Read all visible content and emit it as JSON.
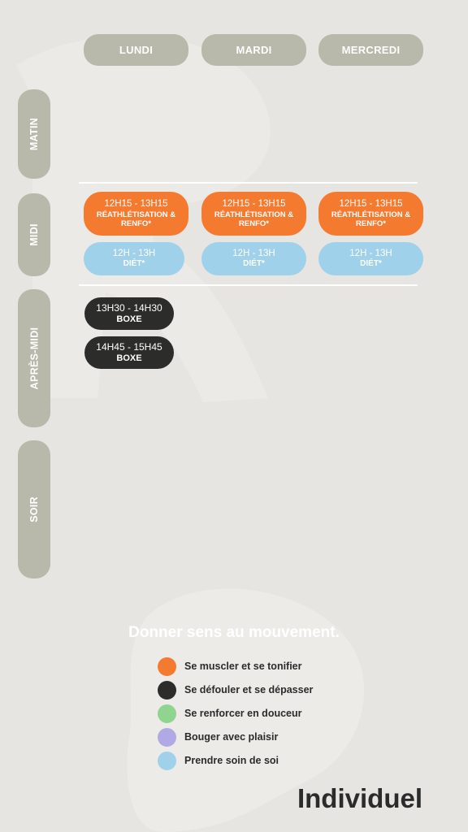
{
  "days": [
    "LUNDI",
    "MARDI",
    "MERCREDI"
  ],
  "periods": {
    "matin": "MATIN",
    "midi": "MIDI",
    "apres_midi": "APRÈS-MIDI",
    "soir": "SOIR"
  },
  "midi_slots": {
    "renfo": {
      "time": "12H15 - 13H15",
      "name_line1": "RÉATHLÉTISATION &",
      "name_line2": "RENFO*",
      "color": "#f47a30"
    },
    "diet": {
      "time": "12H - 13H",
      "name": "DIÉT*",
      "color": "#9fd1ea"
    }
  },
  "apres_midi_slots": [
    {
      "time": "13H30 - 14H30",
      "name": "BOXE",
      "color": "#2c2c2a"
    },
    {
      "time": "14H45 - 15H45",
      "name": "BOXE",
      "color": "#2c2c2a"
    }
  ],
  "tagline": "Donner sens au mouvement.",
  "legend": [
    {
      "label": "Se muscler et se tonifier",
      "color": "#f47a30"
    },
    {
      "label": "Se défouler et se dépasser",
      "color": "#2c2c2a"
    },
    {
      "label": "Se renforcer en douceur",
      "color": "#8fd48f"
    },
    {
      "label": "Bouger avec plaisir",
      "color": "#b1a9e4"
    },
    {
      "label": "Prendre soin de soi",
      "color": "#9fd1ea"
    }
  ],
  "brand": "Individuel",
  "colors": {
    "background": "#e6e5e1",
    "pill": "#b8b8ab"
  }
}
